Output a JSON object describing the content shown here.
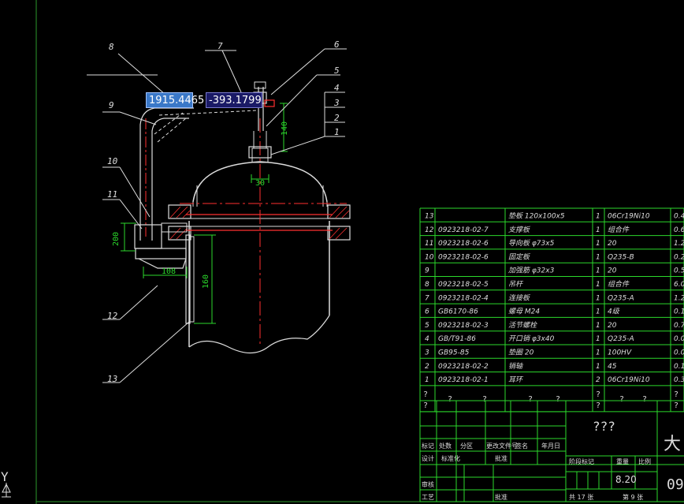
{
  "cursor": {
    "x_value": "1915.4465",
    "y_value": "-393.1799"
  },
  "ucs": {
    "axis_label": "Y"
  },
  "balloons": [
    "1",
    "2",
    "3",
    "4",
    "5",
    "6",
    "7",
    "8",
    "9",
    "10",
    "11",
    "12",
    "13"
  ],
  "dimensions": {
    "d140": "140",
    "d30": "30",
    "d200": "200",
    "d160": "160",
    "d108": "108"
  },
  "bom_rows": [
    {
      "no": "13",
      "code": "",
      "name": "垫板 120x100x5",
      "qty": "1",
      "material": "06Cr19Ni10",
      "weight": "0.4"
    },
    {
      "no": "12",
      "code": "0923218-02-7",
      "name": "支撑板",
      "qty": "1",
      "material": "组合件",
      "weight": "0.6"
    },
    {
      "no": "11",
      "code": "0923218-02-6",
      "name": "导向板 φ73x5",
      "qty": "1",
      "material": "20",
      "weight": "1.2"
    },
    {
      "no": "10",
      "code": "0923218-02-6",
      "name": "固定板",
      "qty": "1",
      "material": "Q235-B",
      "weight": "0.2"
    },
    {
      "no": "9",
      "code": "",
      "name": "加强筋 φ32x3",
      "qty": "1",
      "material": "20",
      "weight": "0.5"
    },
    {
      "no": "8",
      "code": "0923218-02-5",
      "name": "吊杆",
      "qty": "1",
      "material": "组合件",
      "weight": "6.0"
    },
    {
      "no": "7",
      "code": "0923218-02-4",
      "name": "连接板",
      "qty": "1",
      "material": "Q235-A",
      "weight": "1.2"
    },
    {
      "no": "6",
      "code": "GB6170-86",
      "name": "螺母 M24",
      "qty": "1",
      "material": "4级",
      "weight": "0.1"
    },
    {
      "no": "5",
      "code": "0923218-02-3",
      "name": "活节螺栓",
      "qty": "1",
      "material": "20",
      "weight": "0.7"
    },
    {
      "no": "4",
      "code": "GB/T91-86",
      "name": "开口销 φ3x40",
      "qty": "1",
      "material": "Q235-A",
      "weight": "0.0"
    },
    {
      "no": "3",
      "code": "GB95-85",
      "name": "垫圈 20",
      "qty": "1",
      "material": "100HV",
      "weight": "0.0"
    },
    {
      "no": "2",
      "code": "0923218-02-2",
      "name": "销轴",
      "qty": "1",
      "material": "45",
      "weight": "0.1"
    },
    {
      "no": "1",
      "code": "0923218-02-1",
      "name": "耳环",
      "qty": "2",
      "material": "06Cr19Ni10",
      "weight": "0.3"
    }
  ],
  "bom_footer": {
    "q": "?",
    "q2": "? ?"
  },
  "title_block": {
    "drawing_name": "???",
    "big_char": "大",
    "number_frag": "09",
    "h_mark": "标记",
    "h_count": "处数",
    "h_zone": "分区",
    "h_doc": "更改文件号",
    "h_sign": "签名",
    "h_date": "年月日",
    "design": "设计",
    "std": "标准化",
    "craft": "工艺",
    "review": "审核",
    "approve": "批准",
    "stage": "阶段标记",
    "weight": "重量",
    "scale": "比例",
    "weight_value": "8.20",
    "sheets_total": "共 17 张",
    "sheet_no": "第 9 张"
  }
}
